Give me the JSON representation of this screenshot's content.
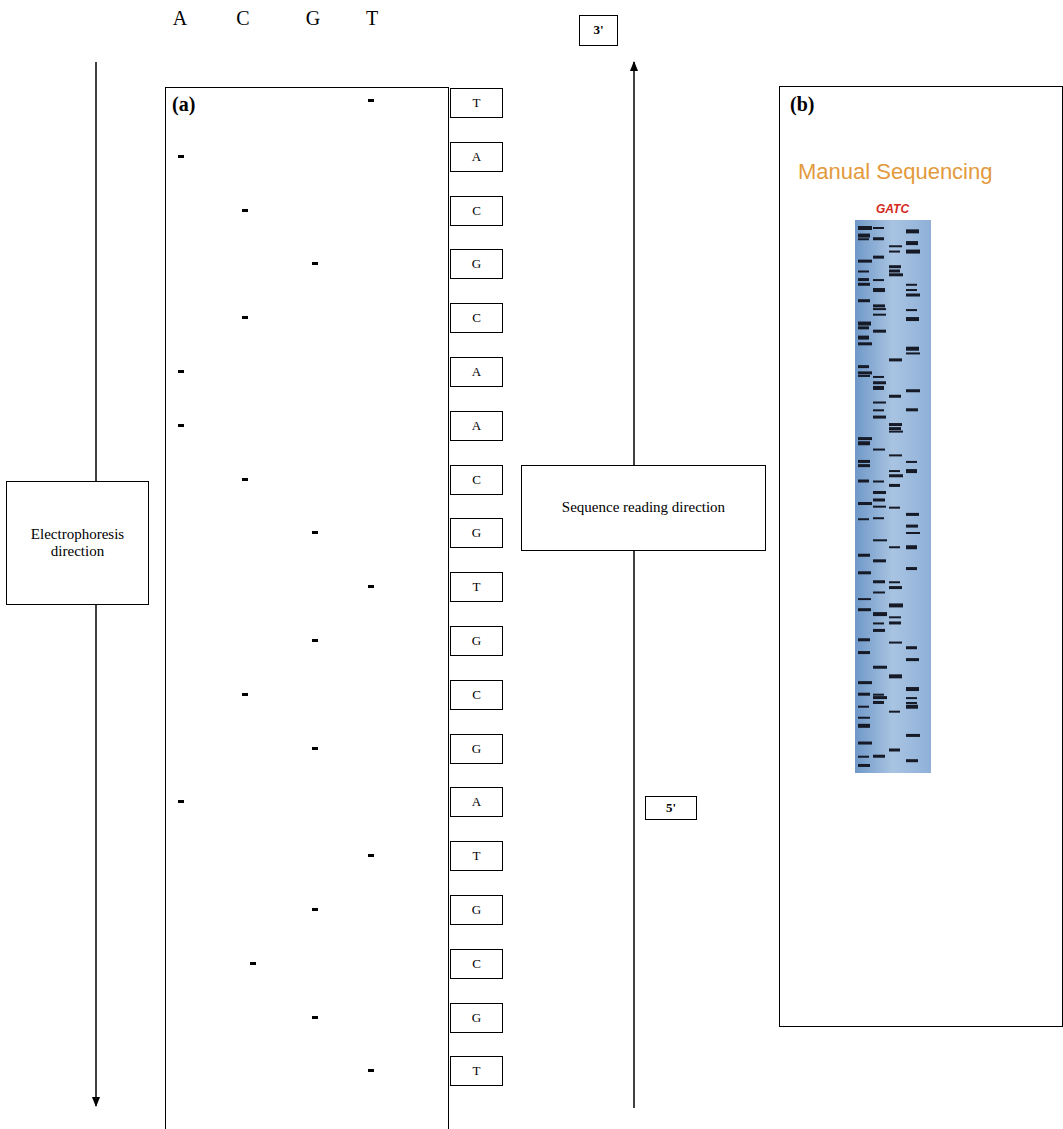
{
  "diagram": {
    "nodes": [
      {
        "text": [
          "(a)"
        ]
      },
      {
        "text": [
          "T"
        ]
      },
      {
        "text": [
          "A"
        ]
      },
      {
        "text": [
          "C"
        ]
      },
      {
        "text": [
          "G"
        ]
      },
      {
        "text": [
          "C"
        ]
      },
      {
        "text": [
          "A"
        ]
      },
      {
        "text": [
          "A"
        ]
      },
      {
        "text": [
          "C"
        ]
      },
      {
        "text": [
          "G"
        ]
      },
      {
        "text": [
          "T"
        ]
      },
      {
        "text": [
          "G"
        ]
      },
      {
        "text": [
          "C"
        ]
      },
      {
        "text": [
          "G"
        ]
      },
      {
        "text": [
          "A"
        ]
      },
      {
        "text": [
          "T"
        ]
      },
      {
        "text": [
          "G"
        ]
      },
      {
        "text": [
          "C"
        ]
      },
      {
        "text": [
          "G"
        ]
      },
      {
        "text": [
          "T"
        ]
      },
      {
        "text": [
          "3'"
        ]
      },
      {
        "text": [
          "Electrophoresis direction"
        ]
      },
      {
        "text": [
          "Sequence reading direction"
        ]
      },
      {
        "text": [
          "5'"
        ]
      },
      {
        "text": [
          "(b)",
          "Manual Sequencing",
          "GATC"
        ]
      }
    ],
    "labels": [
      "A",
      "C",
      "G",
      "T"
    ]
  }
}
